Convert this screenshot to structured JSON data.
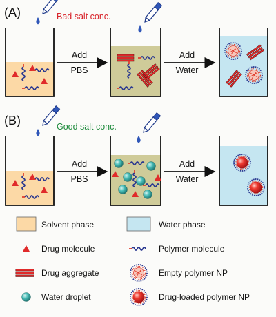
{
  "panels": [
    {
      "tag": "(A)",
      "condition": "Bad salt conc.",
      "condition_color": "#d8242b",
      "step1": {
        "verb": "Add",
        "reagent": "PBS"
      },
      "step2": {
        "verb": "Add",
        "reagent": "Water"
      }
    },
    {
      "tag": "(B)",
      "condition": "Good salt conc.",
      "condition_color": "#1d8a3c",
      "step1": {
        "verb": "Add",
        "reagent": "PBS"
      },
      "step2": {
        "verb": "Add",
        "reagent": "Water"
      }
    }
  ],
  "legend": {
    "solvent_phase": "Solvent phase",
    "water_phase": "Water phase",
    "drug_molecule": "Drug molecule",
    "polymer_molecule": "Polymer molecule",
    "drug_aggregate": "Drug aggregate",
    "empty_polymer_np": "Empty polymer NP",
    "water_droplet": "Water droplet",
    "drug_loaded_polymer_np": "Drug-loaded polymer NP"
  },
  "colors": {
    "solvent": "#fcd9a6",
    "pbs_mix": "#cfcb99",
    "water": "#c5e6f1",
    "drug": "#e02a2a",
    "polymer_blue": "#2b3990",
    "polymer_red": "#e03a2a",
    "droplet": "#38b5b0",
    "np_core": "#e51e25"
  }
}
